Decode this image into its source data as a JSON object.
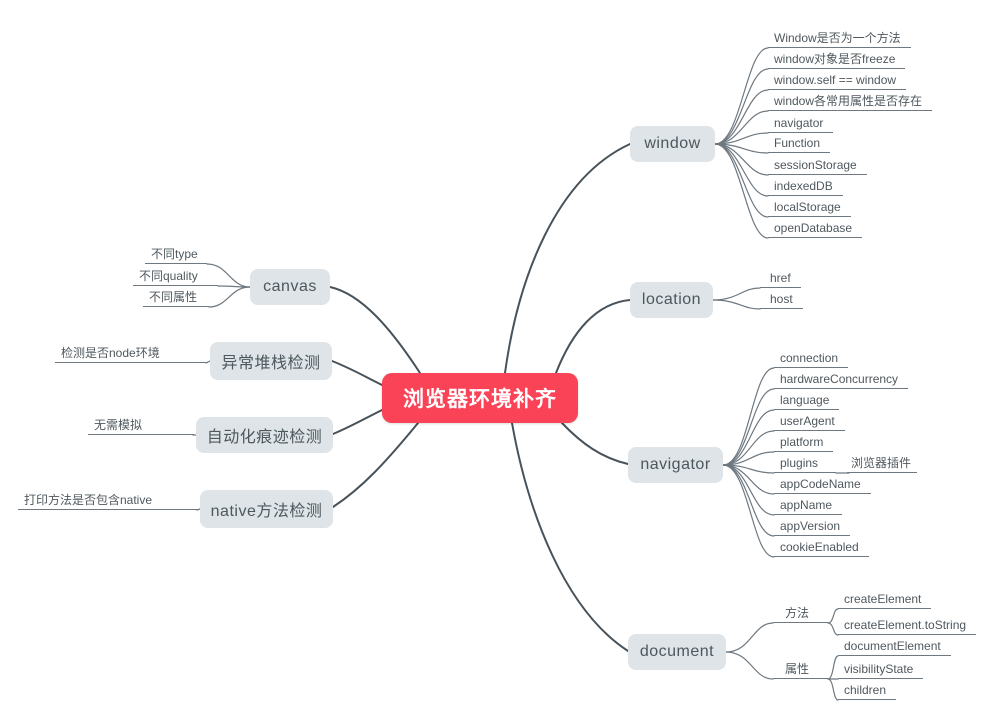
{
  "title": "浏览器环境补齐",
  "theme": {
    "root_bg": "#FA4357",
    "root_text": "#FFFFFF",
    "topic_bg": "#DEE4E7",
    "topic_text": "#4C575E",
    "leaf_text": "#4F585E",
    "branch": "#47525A",
    "subline": "#6E7880",
    "background": "#FFFFFF"
  },
  "mindmap": {
    "root": {
      "label": "浏览器环境补齐"
    },
    "right": [
      {
        "label": "window",
        "children": [
          {
            "label": "Window是否为一个方法"
          },
          {
            "label": "window对象是否freeze"
          },
          {
            "label": "window.self == window"
          },
          {
            "label": "window各常用属性是否存在"
          },
          {
            "label": "navigator"
          },
          {
            "label": "Function"
          },
          {
            "label": "sessionStorage"
          },
          {
            "label": "indexedDB"
          },
          {
            "label": "localStorage"
          },
          {
            "label": "openDatabase"
          }
        ]
      },
      {
        "label": "location",
        "children": [
          {
            "label": "href"
          },
          {
            "label": "host"
          }
        ]
      },
      {
        "label": "navigator",
        "children": [
          {
            "label": "connection"
          },
          {
            "label": "hardwareConcurrency"
          },
          {
            "label": "language"
          },
          {
            "label": "userAgent"
          },
          {
            "label": "platform"
          },
          {
            "label": "plugins",
            "children": [
              {
                "label": "浏览器插件"
              }
            ]
          },
          {
            "label": "appCodeName"
          },
          {
            "label": "appName"
          },
          {
            "label": "appVersion"
          },
          {
            "label": "cookieEnabled"
          }
        ]
      },
      {
        "label": "document",
        "children": [
          {
            "label": "方法",
            "children": [
              {
                "label": "createElement"
              },
              {
                "label": "createElement.toString"
              }
            ]
          },
          {
            "label": "属性",
            "children": [
              {
                "label": "documentElement"
              },
              {
                "label": "visibilityState"
              },
              {
                "label": "children"
              }
            ]
          }
        ]
      }
    ],
    "left": [
      {
        "label": "canvas",
        "children": [
          {
            "label": "不同type"
          },
          {
            "label": "不同quality"
          },
          {
            "label": "不同属性"
          }
        ]
      },
      {
        "label": "异常堆栈检测",
        "children": [
          {
            "label": "检测是否node环境"
          }
        ]
      },
      {
        "label": "自动化痕迹检测",
        "children": [
          {
            "label": "无需模拟"
          }
        ]
      },
      {
        "label": "native方法检测",
        "children": [
          {
            "label": "打印方法是否包含native"
          }
        ]
      }
    ]
  }
}
